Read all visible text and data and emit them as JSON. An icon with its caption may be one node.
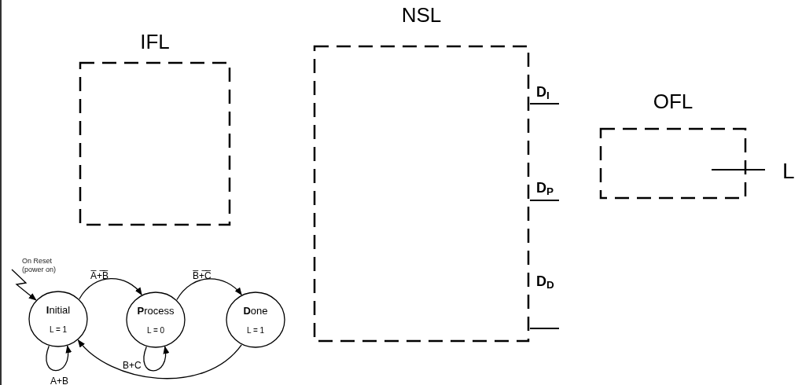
{
  "diagram": {
    "nodes": [
      {
        "text": [
          "IFL"
        ]
      },
      {
        "text": [
          "NSL"
        ]
      },
      {
        "text": [
          "OFL"
        ]
      },
      {
        "text": [
          "L"
        ]
      },
      {
        "text": [
          "**I**nitial",
          "L = 1"
        ]
      },
      {
        "text": [
          "**P**rocess",
          "L = 0"
        ]
      },
      {
        "text": [
          "**D**one",
          "L = 1"
        ]
      }
    ],
    "edges": [
      {
        "from": null,
        "to": 4,
        "arrow": "to",
        "label": "On Reset (power on)"
      },
      {
        "from": 4,
        "to": 5,
        "arrow": "to",
        "label": "A̅+̅B̅"
      },
      {
        "from": 5,
        "to": 6,
        "arrow": "to",
        "label": "B̅+̅C̅"
      },
      {
        "from": 4,
        "to": 4,
        "arrow": "to",
        "label": "A+B"
      },
      {
        "from": 5,
        "to": 5,
        "arrow": "to",
        "label": "B+C"
      },
      {
        "from": 6,
        "to": 4,
        "arrow": "to"
      },
      {
        "from": 1,
        "to": null,
        "arrow": "none",
        "label": "D$_{I}$"
      },
      {
        "from": 1,
        "to": null,
        "arrow": "none",
        "label": "D$_{P}$"
      },
      {
        "from": 1,
        "to": null,
        "arrow": "none",
        "label": "D$_{D}$"
      },
      {
        "from": 2,
        "to": 3,
        "arrow": "none"
      }
    ]
  }
}
